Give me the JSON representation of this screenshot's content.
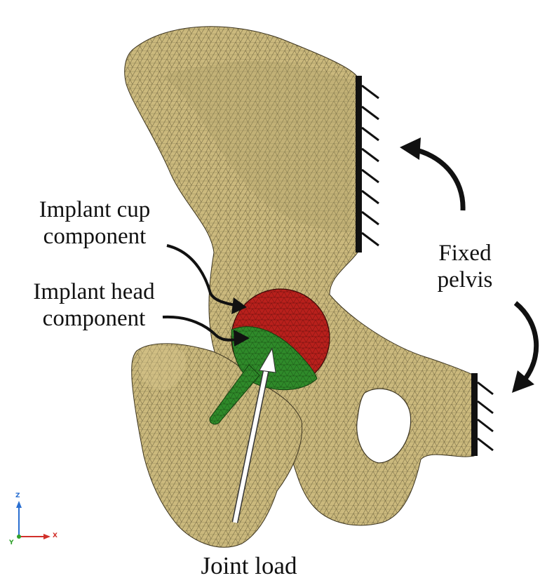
{
  "labels": {
    "cup_line1": "Implant cup",
    "cup_line2": "component",
    "head_line1": "Implant head",
    "head_line2": "component",
    "fixed_line1": "Fixed",
    "fixed_line2": "pelvis",
    "joint_load": "Joint load"
  },
  "axes": {
    "z": "Z",
    "x": "X",
    "y": "Y"
  },
  "colors": {
    "bone": "#c9b77a",
    "mesh": "#4a4328",
    "cup": "#b8201c",
    "head": "#2f8a2a",
    "arrow": "#ffffff",
    "support": "#111111"
  }
}
